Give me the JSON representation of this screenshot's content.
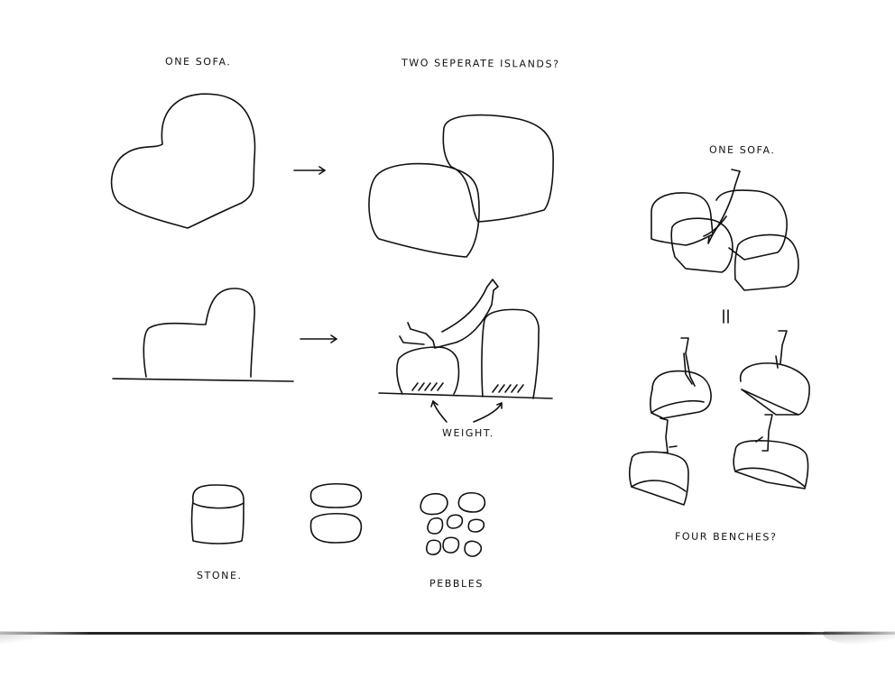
{
  "document": {
    "labels": {
      "one_sofa_top": "ONE SOFA.",
      "two_islands": "TWO SEPERATE ISLANDS?",
      "one_sofa_right": "ONE SOFA.",
      "weight": "WEIGHT.",
      "stone": "STONE.",
      "pebbles": "PEBBLES",
      "four_benches": "FOUR BENCHES?",
      "equals_sign": "="
    },
    "colors": {
      "ink": "#111111",
      "paper": "#ffffff"
    }
  }
}
